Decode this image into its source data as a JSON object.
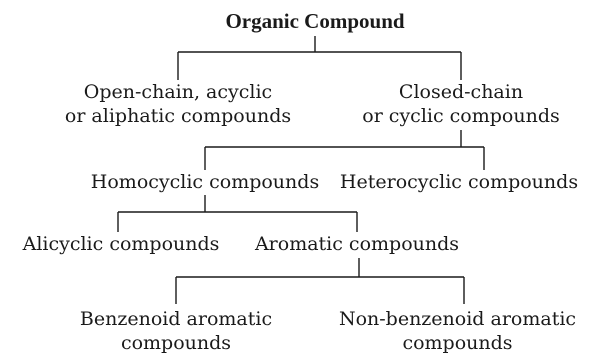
{
  "diagram": {
    "root": {
      "label": "Organic Compound"
    },
    "open_chain": {
      "line1": "Open-chain, acyclic",
      "line2": "or aliphatic compounds"
    },
    "closed_chain": {
      "line1": "Closed-chain",
      "line2": "or cyclic compounds"
    },
    "homocyclic": {
      "label": "Homocyclic compounds"
    },
    "heterocyclic": {
      "label": "Heterocyclic compounds"
    },
    "alicyclic": {
      "label": "Alicyclic compounds"
    },
    "aromatic": {
      "label": "Aromatic compounds"
    },
    "benzenoid": {
      "line1": "Benzenoid aromatic",
      "line2": "compounds"
    },
    "non_benzenoid": {
      "line1": "Non-benzenoid aromatic",
      "line2": "compounds"
    }
  }
}
